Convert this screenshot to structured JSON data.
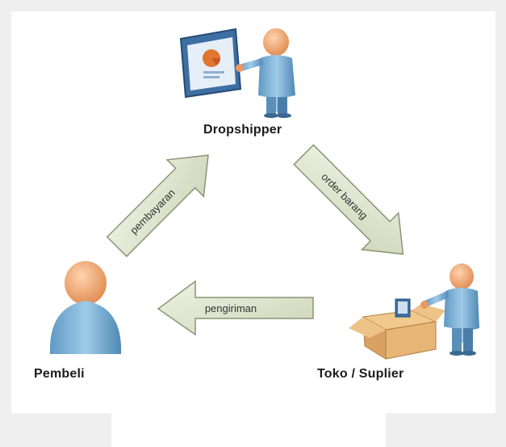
{
  "nodes": {
    "dropshipper": {
      "label": "Dropshipper"
    },
    "pembeli": {
      "label": "Pembeli"
    },
    "toko": {
      "label": "Toko / Suplier"
    }
  },
  "arrows": {
    "pembayaran": {
      "label": "pembayaran"
    },
    "order": {
      "label": "order barang"
    },
    "pengiriman": {
      "label": "pengiriman"
    }
  },
  "colors": {
    "arrow_fill": "#dfe6cf",
    "arrow_stroke": "#8c9476",
    "person": "#7fb2d6",
    "head": "#f1a46c",
    "box": "#e6b87a"
  }
}
